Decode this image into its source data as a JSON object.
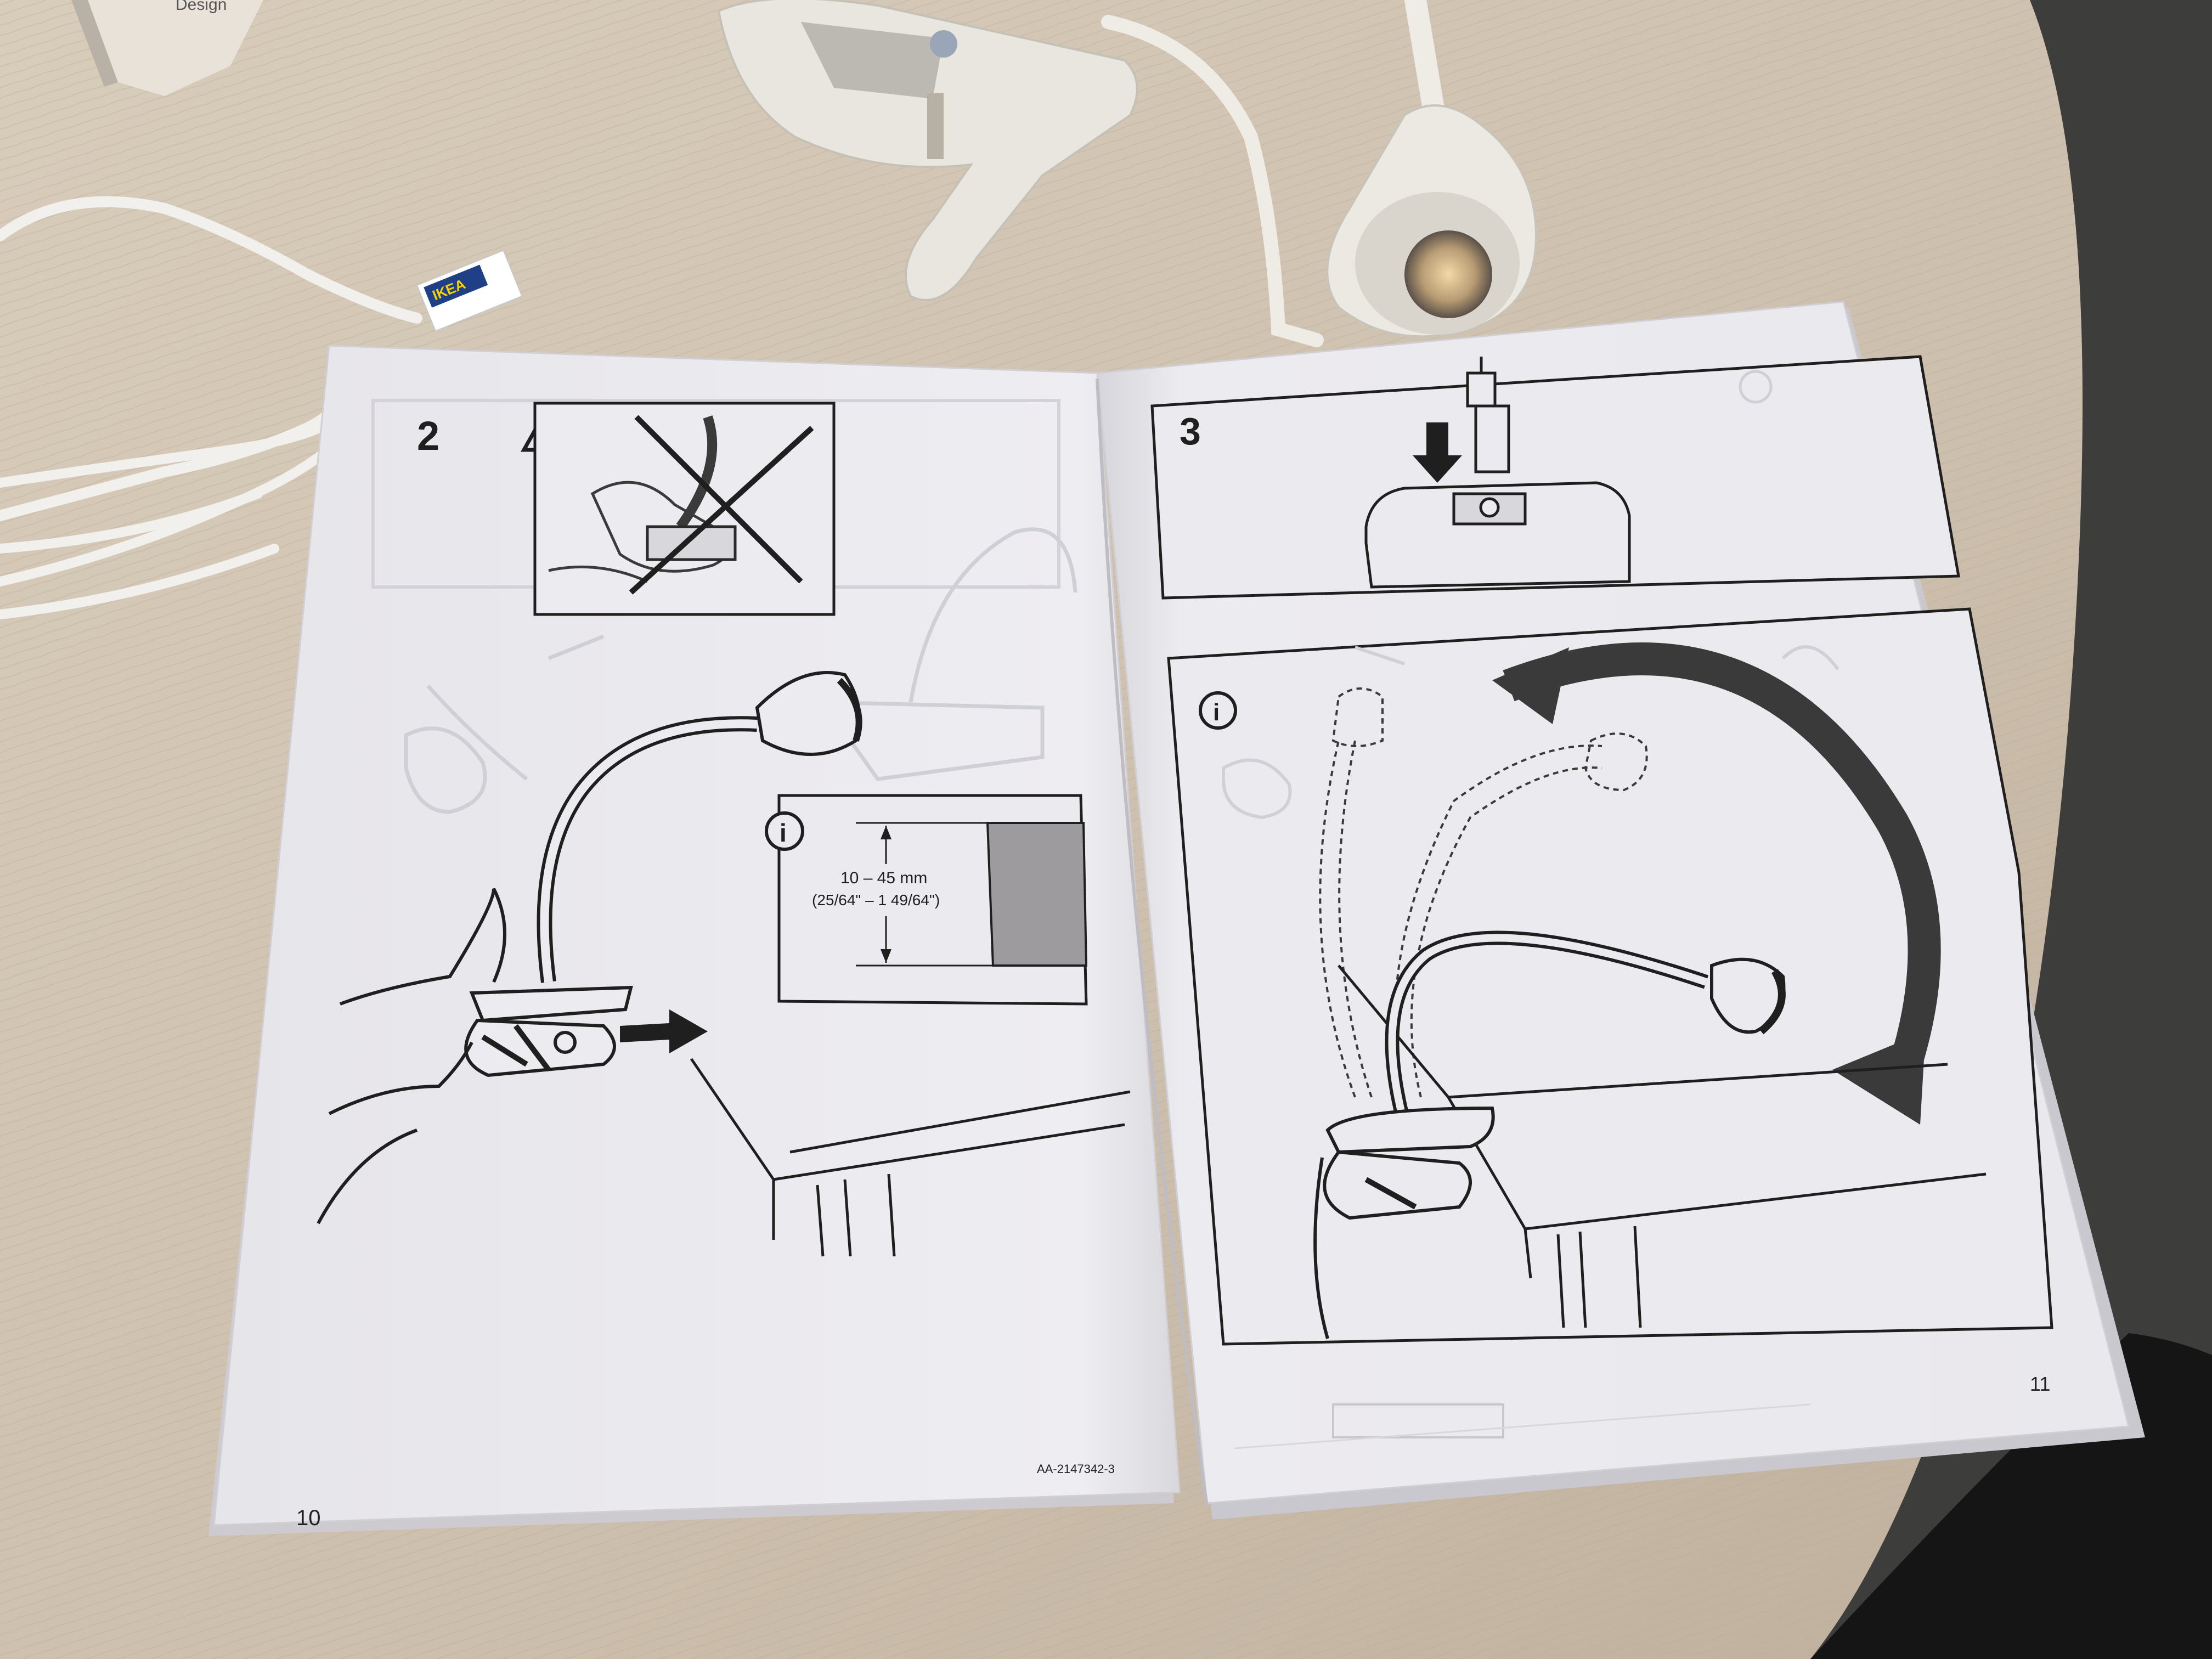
{
  "brand": {
    "tag_text": "IKEA",
    "box_text": "Design"
  },
  "manual": {
    "left_page": {
      "step_number": "2",
      "warning_symbol": "!",
      "info_symbol": "i",
      "thickness_metric": "10 – 45 mm",
      "thickness_imperial": "(25/64\" – 1 49/64\")",
      "article_code": "AA-2147342-3",
      "page_number": "10"
    },
    "right_page": {
      "step_number": "3",
      "info_symbol": "i",
      "page_number": "11"
    }
  },
  "colors": {
    "table": "#d2c5b3",
    "paper": "#ecebee",
    "ink": "#1f1f1f",
    "lamp": "#e9e6df"
  }
}
